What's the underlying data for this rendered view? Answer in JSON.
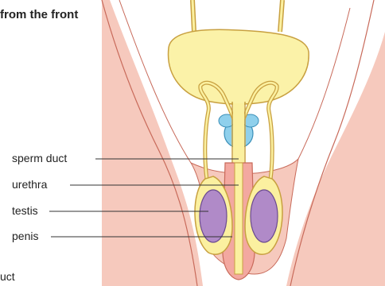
{
  "title": "from the front",
  "labels": {
    "sperm_duct": "sperm duct",
    "urethra": "urethra",
    "testis": "testis",
    "penis": "penis"
  },
  "partial_text": "uct",
  "colors": {
    "skin": "#f6c9bd",
    "skin_outline": "#c86a5a",
    "bladder": "#fbf2a8",
    "duct": "#fbf0a0",
    "gland": "#8fd0ec",
    "testis": "#b08ac8",
    "penis_inner": "#f3a8a0"
  }
}
